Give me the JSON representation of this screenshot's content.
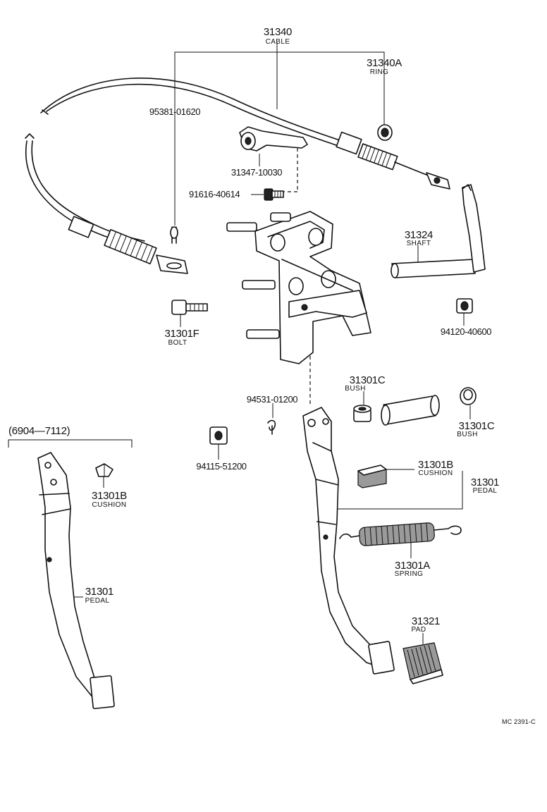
{
  "labels": {
    "cable": {
      "num": "31340",
      "name": "CABLE"
    },
    "ring": {
      "num": "31340A",
      "name": "RING"
    },
    "pin": {
      "num": "95381-01620"
    },
    "bracket": {
      "num": "31347-10030"
    },
    "screw": {
      "num": "91616-40614"
    },
    "shaft": {
      "num": "31324",
      "name": "SHAFT"
    },
    "nut_a": {
      "num": "94120-40600"
    },
    "bolt": {
      "num": "31301F",
      "name": "BOLT"
    },
    "bush_a": {
      "num": "31301C",
      "name": "BUSH"
    },
    "bush_b": {
      "num": "31301C",
      "name": "BUSH"
    },
    "clip": {
      "num": "94531-01200"
    },
    "nut_b": {
      "num": "94115-51200"
    },
    "date_range": {
      "text": "(6904—7112)"
    },
    "cushion_a": {
      "num": "31301B",
      "name": "CUSHION"
    },
    "cushion_b": {
      "num": "31301B",
      "name": "CUSHION"
    },
    "pedal_a": {
      "num": "31301",
      "name": "PEDAL"
    },
    "pedal_b": {
      "num": "31301",
      "name": "PEDAL"
    },
    "spring": {
      "num": "31301A",
      "name": "SPRING"
    },
    "pad": {
      "num": "31321",
      "name": "PAD"
    },
    "figure_code": {
      "text": "MC 2391-C"
    }
  },
  "colors": {
    "ink": "#111111",
    "paper": "#ffffff"
  }
}
